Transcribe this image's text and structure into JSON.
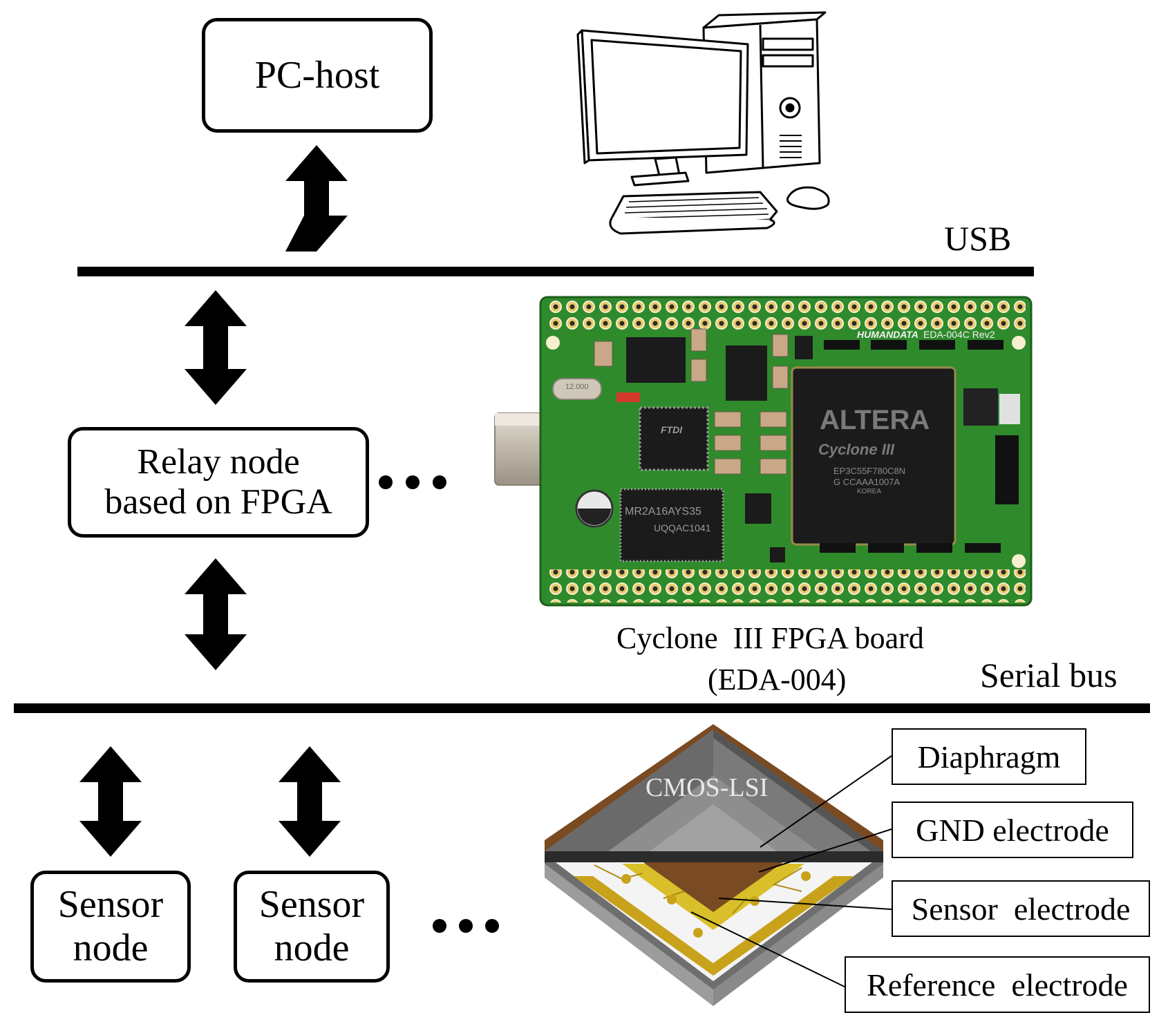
{
  "pc_host": {
    "label": "PC-host"
  },
  "usb_bus": {
    "label": "USB"
  },
  "relay_node": {
    "line1": "Relay node",
    "line2": "based on FPGA"
  },
  "fpga_board": {
    "caption_line1": "Cyclone  III FPGA board",
    "caption_line2": "(EDA-004)",
    "pcb_brand": "HUMANDATA",
    "pcb_model": "EDA-004C Rev2",
    "chip_logo": "ALTERA",
    "chip_family": "Cyclone III",
    "chip_part": "EP3C55F780C8N",
    "chip_lot": "G CCAAA1007A",
    "chip_origin": "KOREA",
    "ftdi_label": "FTDI",
    "sram_part": "MR2A16AYS35",
    "sram_lot": "UQQAC1041",
    "crystal_label": "12.000"
  },
  "serial_bus": {
    "label": "Serial bus"
  },
  "sensor_nodes": [
    {
      "line1": "Sensor",
      "line2": "node"
    },
    {
      "line1": "Sensor",
      "line2": "node"
    }
  ],
  "sensor_chip": {
    "die_label": "CMOS-LSI",
    "callouts": [
      "Diaphragm",
      "GND electrode",
      "Sensor  electrode",
      "Reference  electrode"
    ]
  },
  "colors": {
    "pcb_green": "#2f8a2c",
    "chip_black": "#1b1b1b",
    "electrode_gold": "#c8a21a",
    "substrate_brown": "#7a4a22",
    "die_gray": "#6e6e6e"
  }
}
